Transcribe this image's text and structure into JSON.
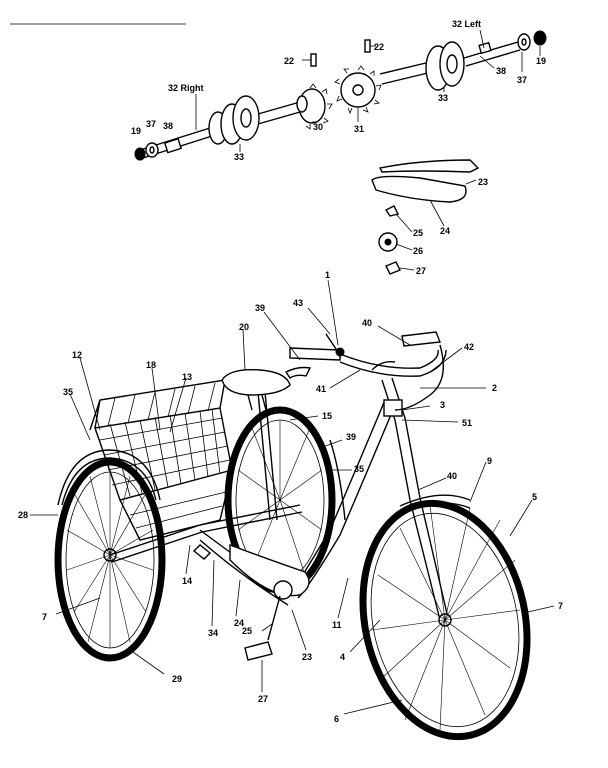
{
  "callouts": [
    {
      "id": "c32L",
      "text": "32 Left"
    },
    {
      "id": "c22a",
      "text": "22"
    },
    {
      "id": "c22b",
      "text": "22"
    },
    {
      "id": "c38a",
      "text": "38"
    },
    {
      "id": "c37a",
      "text": "37"
    },
    {
      "id": "c19a",
      "text": "19"
    },
    {
      "id": "c33a",
      "text": "33"
    },
    {
      "id": "c32R",
      "text": "32 Right"
    },
    {
      "id": "c19b",
      "text": "19"
    },
    {
      "id": "c37b",
      "text": "37"
    },
    {
      "id": "c38b",
      "text": "38"
    },
    {
      "id": "c33b",
      "text": "33"
    },
    {
      "id": "c30",
      "text": "30"
    },
    {
      "id": "c31",
      "text": "31"
    },
    {
      "id": "c23a",
      "text": "23"
    },
    {
      "id": "c24a",
      "text": "24"
    },
    {
      "id": "c25a",
      "text": "25"
    },
    {
      "id": "c26a",
      "text": "26"
    },
    {
      "id": "c27a",
      "text": "27"
    },
    {
      "id": "c1",
      "text": "1"
    },
    {
      "id": "c43",
      "text": "43"
    },
    {
      "id": "c40a",
      "text": "40"
    },
    {
      "id": "c42",
      "text": "42"
    },
    {
      "id": "c39a",
      "text": "39"
    },
    {
      "id": "c20",
      "text": "20"
    },
    {
      "id": "c2",
      "text": "2"
    },
    {
      "id": "c41",
      "text": "41"
    },
    {
      "id": "c3",
      "text": "3"
    },
    {
      "id": "c51",
      "text": "51"
    },
    {
      "id": "c12",
      "text": "12"
    },
    {
      "id": "c18",
      "text": "18"
    },
    {
      "id": "c13",
      "text": "13"
    },
    {
      "id": "c15",
      "text": "15"
    },
    {
      "id": "c35a",
      "text": "35"
    },
    {
      "id": "c39b",
      "text": "39"
    },
    {
      "id": "c35b",
      "text": "35"
    },
    {
      "id": "c40b",
      "text": "40"
    },
    {
      "id": "c9",
      "text": "9"
    },
    {
      "id": "c5",
      "text": "5"
    },
    {
      "id": "c28",
      "text": "28"
    },
    {
      "id": "c7a",
      "text": "7"
    },
    {
      "id": "c7b",
      "text": "7"
    },
    {
      "id": "c14",
      "text": "14"
    },
    {
      "id": "c34",
      "text": "34"
    },
    {
      "id": "c24b",
      "text": "24"
    },
    {
      "id": "c25b",
      "text": "25"
    },
    {
      "id": "c23b",
      "text": "23"
    },
    {
      "id": "c11",
      "text": "11"
    },
    {
      "id": "c4",
      "text": "4"
    },
    {
      "id": "c29",
      "text": "29"
    },
    {
      "id": "c27b",
      "text": "27"
    },
    {
      "id": "c6",
      "text": "6"
    }
  ]
}
